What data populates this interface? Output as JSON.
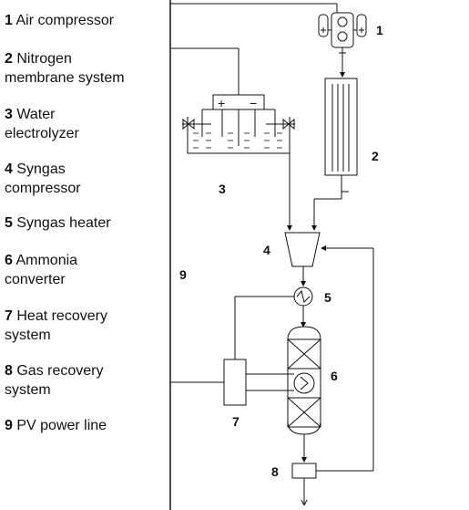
{
  "legend": [
    {
      "num": "1",
      "text": "Air compressor"
    },
    {
      "num": "2",
      "text": "Nitrogen membrane system"
    },
    {
      "num": "3",
      "text": "Water electrolyzer"
    },
    {
      "num": "4",
      "text": "Syngas compressor"
    },
    {
      "num": "5",
      "text": "Syngas heater"
    },
    {
      "num": "6",
      "text": "Ammonia converter"
    },
    {
      "num": "7",
      "text": "Heat recovery system"
    },
    {
      "num": "8",
      "text": "Gas recovery system"
    },
    {
      "num": "9",
      "text": "PV power line"
    }
  ],
  "legend_lines": [
    [
      "Air compressor"
    ],
    [
      "Nitrogen",
      "membrane system"
    ],
    [
      "Water",
      "electrolyzer"
    ],
    [
      "Syngas",
      "compressor"
    ],
    [
      "Syngas heater"
    ],
    [
      "Ammonia",
      "converter"
    ],
    [
      "Heat recovery",
      "system"
    ],
    [
      "Gas recovery",
      "system"
    ],
    [
      "PV power line"
    ]
  ],
  "diagram_labels": {
    "n1": "1",
    "n2": "2",
    "n3": "3",
    "n4": "4",
    "n5": "5",
    "n6": "6",
    "n7": "7",
    "n8": "8",
    "n9": "9",
    "plus": "+",
    "minus": "−"
  }
}
